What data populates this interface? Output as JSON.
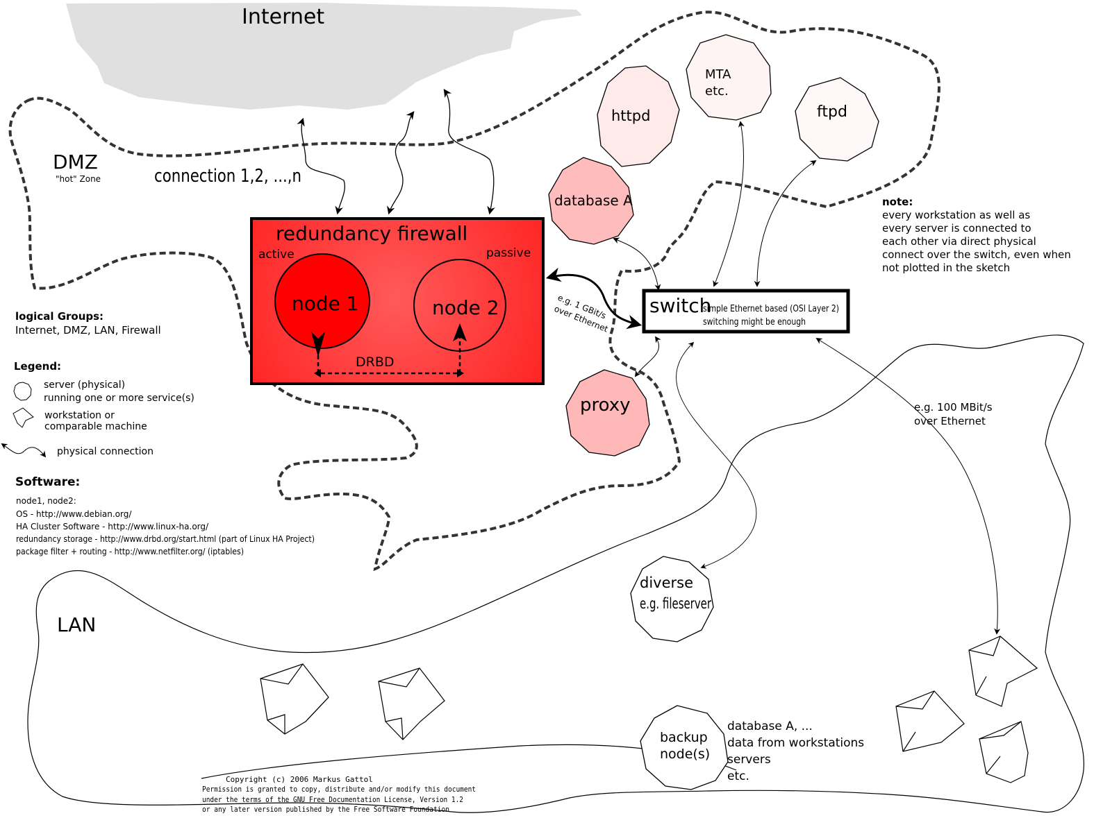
{
  "zones": {
    "internet": "Internet",
    "dmz": "DMZ",
    "dmz_sub": "\"hot\" Zone",
    "lan": "LAN"
  },
  "connections_label": "connection 1,2, ...,n",
  "firewall": {
    "title": "redundancy firewall",
    "active": "active",
    "passive": "passive",
    "node1": "node 1",
    "node2": "node 2",
    "drbd": "DRBD"
  },
  "servers": {
    "httpd": "httpd",
    "mta_line1": "MTA",
    "mta_line2": "etc.",
    "ftpd": "ftpd",
    "database": "database A",
    "proxy": "proxy",
    "diverse_line1": "diverse",
    "diverse_line2": "e.g. fileserver",
    "backup_line1": "backup",
    "backup_line2": "node(s)"
  },
  "switch": {
    "label": "switch",
    "desc_line1": "simple Ethernet based (OSI Layer 2)",
    "desc_line2": "switching might be enough"
  },
  "link_labels": {
    "gbit_line1": "e.g. 1 GBit/s",
    "gbit_line2": "over Ethernet",
    "mbit_line1": "e.g. 100 MBit/s",
    "mbit_line2": "over Ethernet"
  },
  "note": {
    "title": "note:",
    "lines": [
      "every workstation as well as",
      "every server is connected to",
      "each other via direct physical",
      "connect over the switch, even when",
      "not plotted in the sketch"
    ]
  },
  "logical_groups": {
    "title": "logical Groups:",
    "text": "Internet, DMZ, LAN, Firewall"
  },
  "legend": {
    "title": "Legend:",
    "server_line1": "server (physical)",
    "server_line2": "running one or more service(s)",
    "workstation_line1": "workstation or",
    "workstation_line2": "comparable machine",
    "connection": "physical connection"
  },
  "software": {
    "title": "Software:",
    "lines": [
      "node1, node2:",
      "OS - http://www.debian.org/",
      "HA Cluster Software - http://www.linux-ha.org/",
      "redundancy storage - http://www.drbd.org/start.html (part of Linux HA Project)",
      "package filter + routing - http://www.netfilter.org/ (iptables)"
    ]
  },
  "backup_data": {
    "lines": [
      "database A, ...",
      "data from workstations",
      "servers",
      "etc."
    ]
  },
  "copyright": {
    "lines": [
      "Copyright (c)  2006  Markus Gattol",
      "Permission is granted to copy, distribute and/or modify this document",
      "under the terms of the GNU Free Documentation License, Version 1.2",
      "or any later version published by the Free Software Foundation"
    ]
  },
  "colors": {
    "firewall_red": "#ff2020",
    "node1_red": "#ff0000",
    "dmz_pink": "#ff8080",
    "cloud_grey": "#e0e0e0"
  }
}
